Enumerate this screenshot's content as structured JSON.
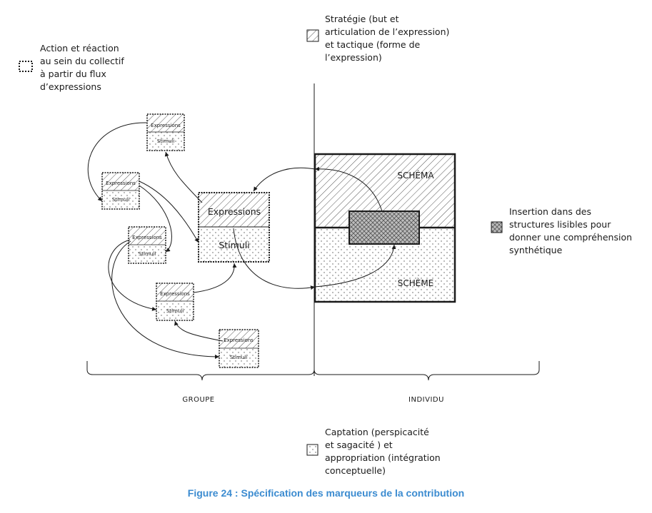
{
  "legend": {
    "strategie": [
      "Stratégie (but et",
      "articulation de l’expression)",
      "et tactique (forme de",
      "l’expression)"
    ],
    "action": [
      "Action et réaction",
      "au sein du collectif",
      "à partir du flux",
      "d’expressions"
    ],
    "insertion": [
      "Insertion dans des",
      "structures lisibles pour",
      "donner une compréhension",
      "synthétique"
    ],
    "captation": [
      "Captation (perspicacité",
      "et sagacité ) et",
      "appropriation (intégration",
      "conceptuelle)"
    ]
  },
  "boxes": {
    "expressions_label": "Expressions",
    "stimuli_label": "Stimuli"
  },
  "central_box": {
    "expressions_label": "Expressions",
    "stimuli_label": "Stimuli"
  },
  "individu_box": {
    "schema_label": "SCHÉMA",
    "scheme_label": "SCHÈME"
  },
  "sections": {
    "groupe": "GROUPE",
    "individu": "INDIVIDU"
  },
  "caption": "Figure 24 : Spécification des marqueurs de la contribution",
  "colors": {
    "caption": "#3b8bd0",
    "ink": "#1a1a1a"
  }
}
